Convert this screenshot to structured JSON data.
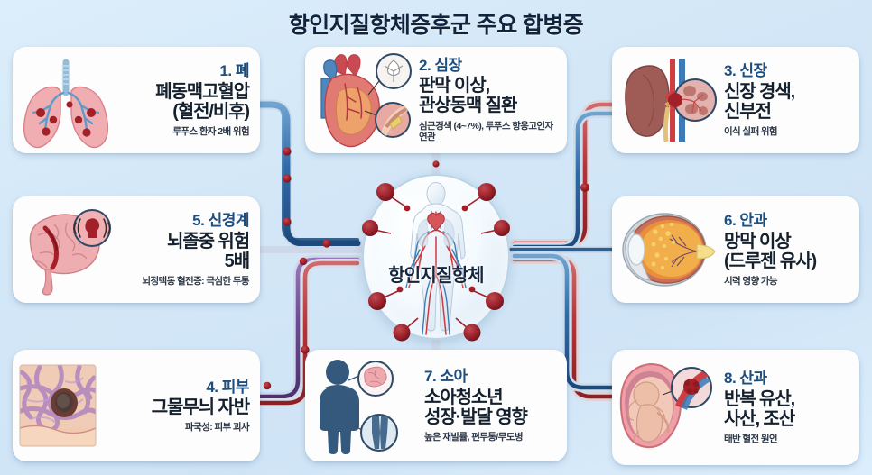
{
  "header": {
    "title": "항인지질항체증후군 주요 합병증"
  },
  "hub": {
    "label": "항인지질항체",
    "icon": "human-circulatory-body-icon"
  },
  "theme": {
    "background": "#d5e8f7",
    "card_bg": "#fdfdfd",
    "heading_blue": "#1d4e80",
    "title_navy": "#11243d",
    "body_dark": "#14202e",
    "artery_red": "#b4343a",
    "vein_blue": "#2f6ba8",
    "nerve_purple": "#6d4a96",
    "clot_red": "#a32029"
  },
  "cards": [
    {
      "id": "lung",
      "number": "1.",
      "organ": "폐",
      "heading": "1. 폐",
      "main_lines": [
        "폐동맥고혈압",
        "(혈전/비후)"
      ],
      "sub": "루푸스 환자 2배 위험",
      "icon": "lungs-icon",
      "align": "right"
    },
    {
      "id": "heart",
      "number": "2.",
      "organ": "심장",
      "heading": "2. 심장",
      "main_lines": [
        "판막 이상,",
        "관상동맥 질환"
      ],
      "sub": "심근경색 (4~7%), 루푸스 항응고인자 연관",
      "icon": "heart-icon",
      "align": "left"
    },
    {
      "id": "kidney",
      "number": "3.",
      "organ": "신장",
      "heading": "3. 신장",
      "main_lines": [
        "신장 경색,",
        "신부전"
      ],
      "sub": "이식 실패 위험",
      "icon": "kidney-icon",
      "align": "left"
    },
    {
      "id": "skin",
      "number": "4.",
      "organ": "피부",
      "heading": "4. 피부",
      "main_lines": [
        "그물무늬 자반"
      ],
      "sub": "파국성: 피부 괴사",
      "icon": "livedo-skin-icon",
      "align": "right"
    },
    {
      "id": "neuro",
      "number": "5.",
      "organ": "신경계",
      "heading": "5. 신경계",
      "main_lines": [
        "뇌졸중 위험",
        "5배"
      ],
      "sub": "뇌정맥동 혈전증: 극심한 두통",
      "icon": "brain-icon",
      "align": "right"
    },
    {
      "id": "eye",
      "number": "6.",
      "organ": "안과",
      "heading": "6. 안과",
      "main_lines": [
        "망막 이상",
        "(드루젠 유사)"
      ],
      "sub": "시력 영향 가능",
      "icon": "eye-icon",
      "align": "left"
    },
    {
      "id": "pedia",
      "number": "7.",
      "organ": "소아",
      "heading": "7. 소아",
      "main_lines": [
        "소아청소년",
        "성장·발달 영향"
      ],
      "sub": "높은 재발률, 편두통/무도병",
      "icon": "child-icon",
      "align": "left"
    },
    {
      "id": "obgyn",
      "number": "8.",
      "organ": "산과",
      "heading": "8. 산과",
      "main_lines": [
        "반복 유산,",
        "사산, 조산"
      ],
      "sub": "태반 혈전 원인",
      "icon": "fetus-womb-icon",
      "align": "left"
    }
  ]
}
